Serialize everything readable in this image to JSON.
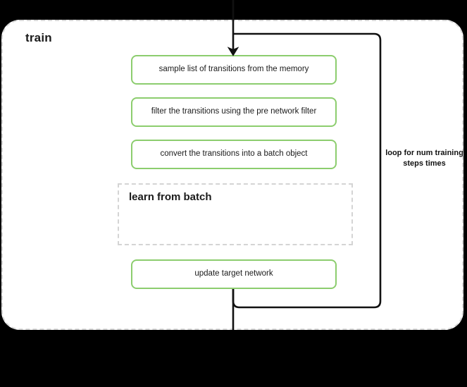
{
  "diagram": {
    "background_color": "#000000",
    "canvas_color": "#ffffff",
    "accent_color": "#8ccd6e",
    "dashed_border_color": "#d8d8d8",
    "line_color": "#111111",
    "container": {
      "title": "train"
    },
    "process_boxes": [
      {
        "label": "sample list of transitions from the memory"
      },
      {
        "label": "filter the transitions using the pre network filter"
      },
      {
        "label": "convert the transitions into a batch object"
      },
      {
        "label": "update target network"
      }
    ],
    "subgraph": {
      "title": "learn from batch"
    },
    "loop_annotation": {
      "label": "loop for num training steps times"
    }
  }
}
